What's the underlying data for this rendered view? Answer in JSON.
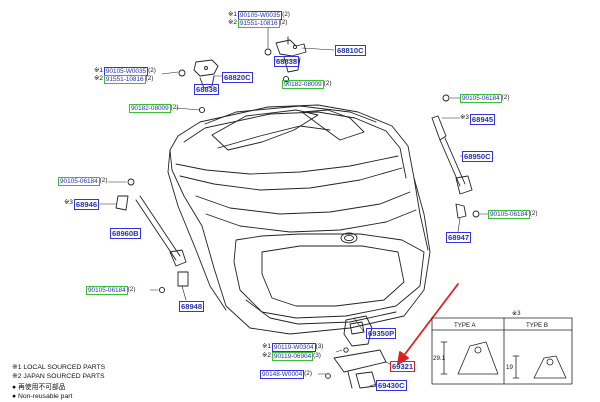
{
  "colors": {
    "line": "#222222",
    "parts_box": "#3333dd",
    "bolt_box": "#3bbf3b",
    "highlight": "#e02020",
    "text_blue": "#2233aa"
  },
  "markers": {
    "local": "※1",
    "japan": "※2",
    "ref3": "※3"
  },
  "labels": {
    "top_a": "90105-W0035",
    "top_a_qty": "(2)",
    "top_b": "91551-10816",
    "top_b_qty": "(2)",
    "p68810c": "68810C",
    "p68838_top": "68838",
    "p68838_left": "68838",
    "left_a": "90105-W0035",
    "left_a_qty": "(2)",
    "left_b": "91551-10816",
    "left_b_qty": "(2)",
    "p68820c": "68820C",
    "b90182_left": "90182-08009",
    "b90182_left_qty": "(2)",
    "b90182_right": "90182-08009",
    "b90182_right_qty": "(2)",
    "b90105_tr": "90105-06184",
    "b90105_tr_qty": "(2)",
    "p68945": "68945",
    "p68950c": "68950C",
    "b90105_l": "90105-06184",
    "b90105_l_qty": "(2)",
    "p68946": "68946",
    "p68960b": "68960B",
    "b90105_r": "90105-06184",
    "b90105_r_qty": "(2)",
    "p68947": "68947",
    "b90105_bl": "90105-06184",
    "b90105_bl_qty": "(2)",
    "p68948": "68948",
    "p69350p": "69350P",
    "b90119_a": "90119-W0304",
    "b90119_a_qty": "(3)",
    "b90119_b": "90119-06904",
    "b90119_b_qty": "(3)",
    "p69321": "69321",
    "b90148": "90148-W0004",
    "b90148_qty": "(2)",
    "p69430c": "69430C"
  },
  "type_table": {
    "marker": "※3",
    "type_a_label": "TYPE A",
    "type_b_label": "TYPE B",
    "dim_a": "29.1",
    "dim_b": "19"
  },
  "legend": {
    "note1": "※1  LOCAL SOURCED PARTS",
    "note2": "※2  JAPAN SOURCED PARTS",
    "note3": "●  再使用不可部品",
    "note4": "●  Non-reusable part"
  }
}
